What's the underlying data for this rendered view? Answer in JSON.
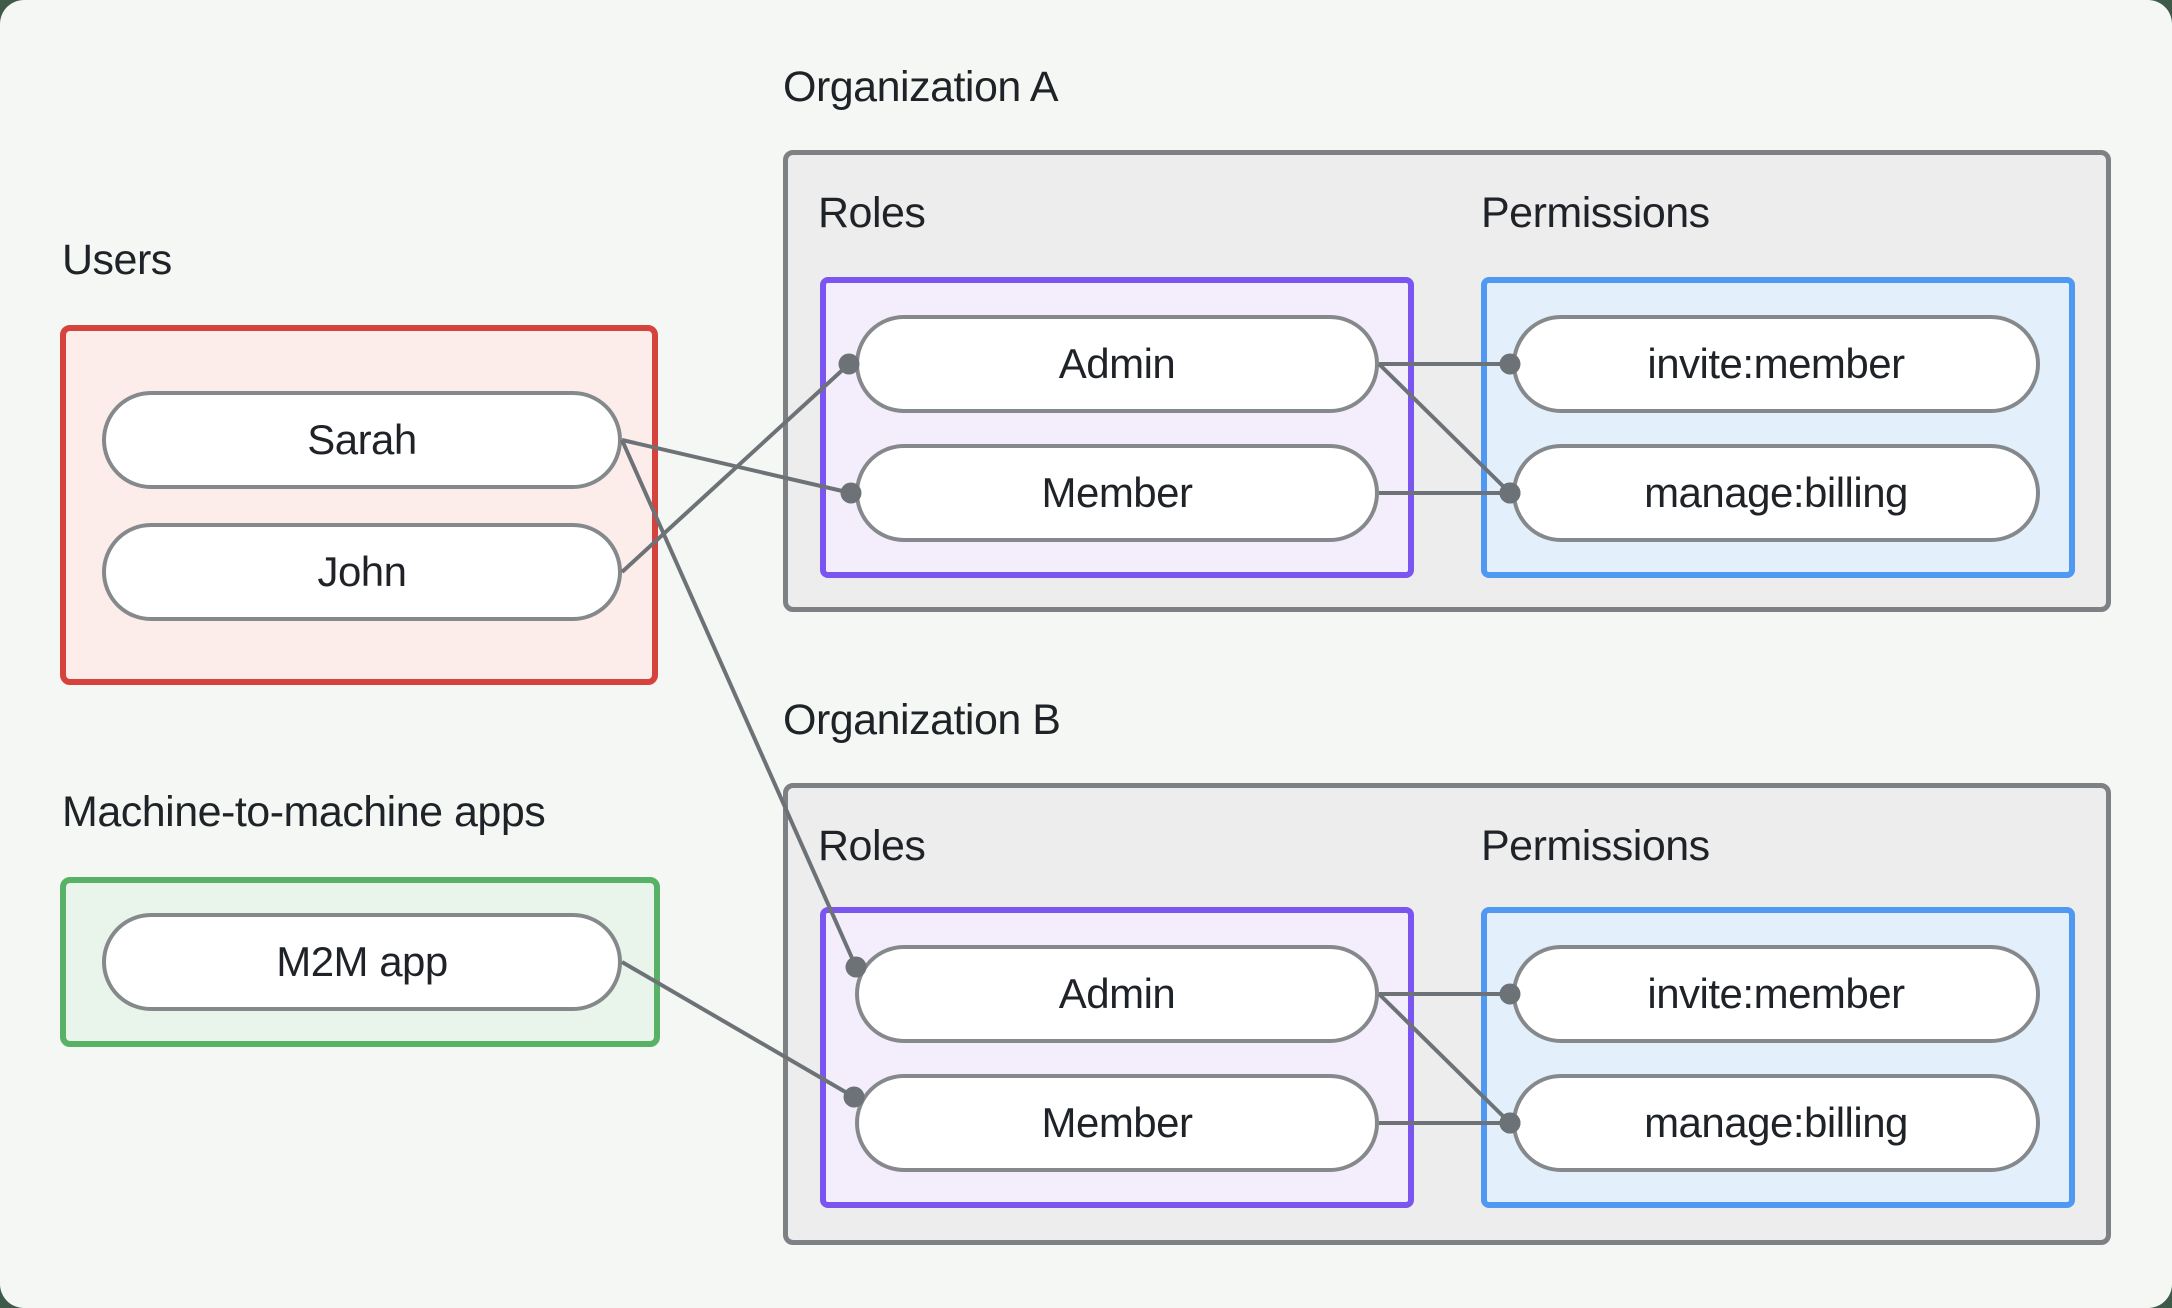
{
  "page": {
    "outside_background": "#3f5a48",
    "canvas_background": "#f5f7f4",
    "text_color": "#1f2328"
  },
  "users_section": {
    "label": "Users",
    "nodes": [
      {
        "id": "sarah",
        "label": "Sarah"
      },
      {
        "id": "john",
        "label": "John"
      }
    ]
  },
  "m2m_section": {
    "label": "Machine-to-machine apps",
    "nodes": [
      {
        "id": "m2m",
        "label": "M2M app"
      }
    ]
  },
  "organizations": [
    {
      "id": "orgA",
      "title": "Organization A",
      "roles_label": "Roles",
      "permissions_label": "Permissions",
      "roles": [
        {
          "id": "orgA_admin",
          "label": "Admin"
        },
        {
          "id": "orgA_member",
          "label": "Member"
        }
      ],
      "permissions": [
        {
          "id": "orgA_invite",
          "label": "invite:member"
        },
        {
          "id": "orgA_billing",
          "label": "manage:billing"
        }
      ]
    },
    {
      "id": "orgB",
      "title": "Organization B",
      "roles_label": "Roles",
      "permissions_label": "Permissions",
      "roles": [
        {
          "id": "orgB_admin",
          "label": "Admin"
        },
        {
          "id": "orgB_member",
          "label": "Member"
        }
      ],
      "permissions": [
        {
          "id": "orgB_invite",
          "label": "invite:member"
        },
        {
          "id": "orgB_billing",
          "label": "manage:billing"
        }
      ]
    }
  ],
  "connections": [
    {
      "from": "sarah",
      "to": "orgA_member"
    },
    {
      "from": "john",
      "to": "orgA_admin"
    },
    {
      "from": "sarah",
      "to": "orgB_admin"
    },
    {
      "from": "m2m",
      "to": "orgB_member"
    },
    {
      "from": "orgA_admin",
      "to": "orgA_invite"
    },
    {
      "from": "orgA_admin",
      "to": "orgA_billing"
    },
    {
      "from": "orgA_member",
      "to": "orgA_billing"
    },
    {
      "from": "orgB_admin",
      "to": "orgB_invite"
    },
    {
      "from": "orgB_admin",
      "to": "orgB_billing"
    },
    {
      "from": "orgB_member",
      "to": "orgB_billing"
    }
  ],
  "styles": {
    "outside_bg": "#3f5a48",
    "canvas_bg": "#f5f7f4",
    "text_color": "#1f2328",
    "users_border": "#d6423c",
    "users_fill": "#fcedeb",
    "m2m_border": "#58b266",
    "m2m_fill": "#e9f5ea",
    "org_border": "#7d8184",
    "org_fill": "#ededee",
    "roles_border": "#7b55ef",
    "roles_fill": "#f4eefc",
    "permissions_border": "#4f99f3",
    "permissions_fill": "#e3f0fc",
    "node_border": "#85898c",
    "node_fill": "#ffffff",
    "wire_color": "#6d7277"
  }
}
